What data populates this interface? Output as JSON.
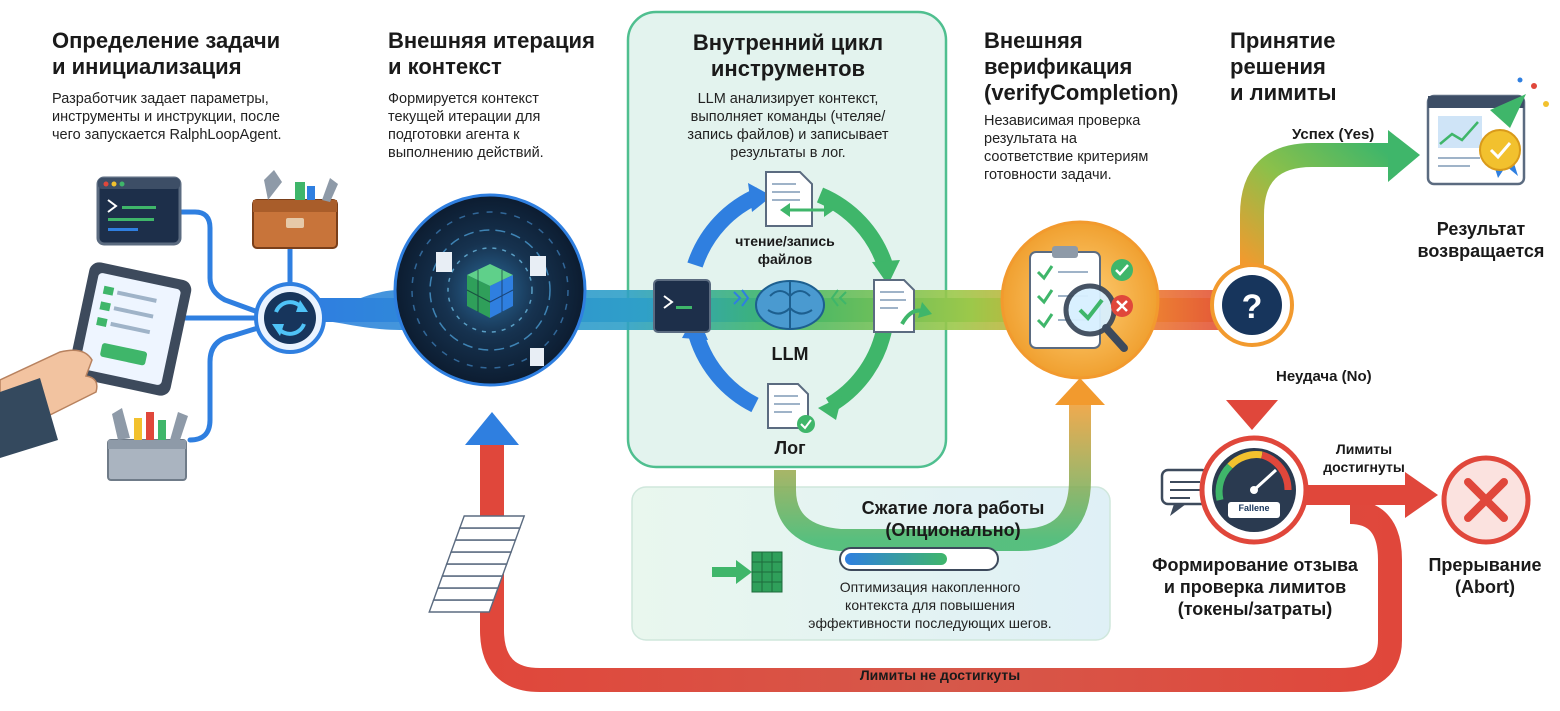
{
  "stages": {
    "init": {
      "title": "Определение задачи\nи инициализация",
      "desc": "Разработчик задает параметры,\nинструменты и инструкции, после\nчего запускается RalphLoopAgent."
    },
    "outer": {
      "title": "Внешняя итерация\nи контекст",
      "desc": "Формируется контекст\nтекущей итерации для\nподготовки агента к\nвыполнению действий."
    },
    "inner": {
      "title": "Внутренний цикл\nинструментов",
      "desc": "LLM анализирует контекст,\nвыполняет команды (чтеляе/\nзапись файлов) и записывает\nрезультаты в лог.",
      "rw_label": "чтение/запись\nфайлов",
      "llm_label": "LLM",
      "log_label": "Лог"
    },
    "verify": {
      "title": "Внешняя\nверификация\n(verifyCompletion)",
      "desc": "Независимая проверка\nрезультата на\nсоответствие критериям\nготовности задачи."
    },
    "decision": {
      "title": "Принятие\nрешения\nи лимиты",
      "success_label": "Успех (Yes)",
      "failure_label": "Неудача (No)"
    },
    "result": {
      "label": "Результат\nвозвращается"
    },
    "feedback": {
      "label": "Формирование отзыва\nи проверка лимитов\n(токены/затраты)",
      "gauge_text": "Fallene",
      "limits_reached": "Лимиты\nдостигнуты"
    },
    "abort": {
      "label": "Прерывание\n(Abort)"
    },
    "compress": {
      "title": "Сжатие лога работы\n(Опционально)",
      "desc": "Оптимизация накопленного\nконтекста для повышения\nэффективности последующих шегов."
    },
    "loop": {
      "label": "Лимиты не достигкуты"
    }
  },
  "colors": {
    "blue": "#2f7fe0",
    "green": "#3fb66a",
    "orange": "#f29a2e",
    "red": "#e0473b",
    "navy": "#0f2a4a",
    "inner_bg": "#e3f3ee",
    "inner_border": "#4fbf8f"
  },
  "icons": [
    "terminal-icon",
    "toolbox-icon",
    "tablet-hand-icon",
    "tools-icon",
    "refresh-icon",
    "cube-vortex-icon",
    "file-exchange-icon",
    "file-edit-icon",
    "log-file-icon",
    "brain-icon",
    "checklist-magnifier-icon",
    "question-icon",
    "award-document-icon",
    "speech-bubble-icon",
    "gauge-icon",
    "abort-icon",
    "document-stack-icon"
  ]
}
